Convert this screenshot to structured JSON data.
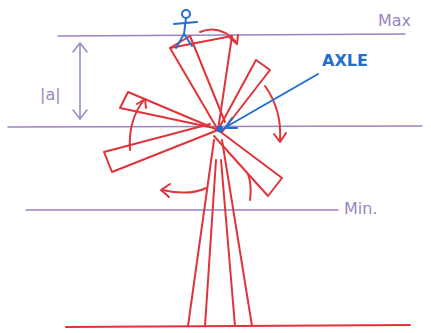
{
  "diagram": {
    "labels": [
      "Max",
      "|a|",
      "AXLE",
      "Min."
    ]
  }
}
